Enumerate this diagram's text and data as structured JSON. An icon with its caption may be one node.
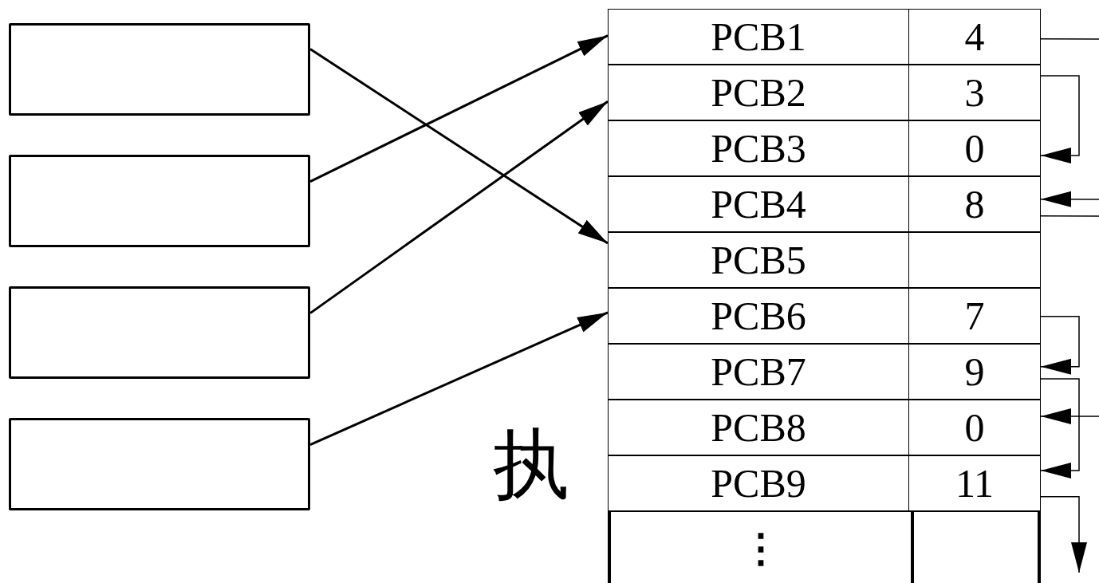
{
  "diagram": {
    "nodes": [
      {
        "text": [],
        "shape": "box"
      },
      {
        "text": [],
        "shape": "box"
      },
      {
        "text": [],
        "shape": "box"
      },
      {
        "text": [],
        "shape": "box"
      },
      {
        "text": [
          "PCB1",
          "4"
        ]
      },
      {
        "text": [
          "PCB2",
          "3"
        ]
      },
      {
        "text": [
          "PCB3",
          "0"
        ]
      },
      {
        "text": [
          "PCB4",
          "8"
        ]
      },
      {
        "text": [
          "PCB5"
        ]
      },
      {
        "text": [
          "PCB6",
          "7"
        ]
      },
      {
        "text": [
          "PCB7",
          "9"
        ]
      },
      {
        "text": [
          "PCB8",
          "0"
        ]
      },
      {
        "text": [
          "PCB9",
          "11"
        ]
      },
      {
        "text": [
          "⋮"
        ]
      }
    ],
    "edges": [
      {
        "from": 0,
        "to": 8,
        "arrow": "to"
      },
      {
        "from": 1,
        "to": 4,
        "arrow": "to"
      },
      {
        "from": 2,
        "to": 5,
        "arrow": "to"
      },
      {
        "from": 3,
        "to": 9,
        "arrow": "to"
      },
      {
        "from": 4,
        "to": null,
        "arrow": "none"
      },
      {
        "from": 5,
        "to": 6,
        "arrow": "to"
      },
      {
        "from": null,
        "to": 7,
        "arrow": "to"
      },
      {
        "from": 7,
        "to": null,
        "arrow": "none"
      },
      {
        "from": 9,
        "to": 10,
        "arrow": "to"
      },
      {
        "from": 10,
        "to": 12,
        "arrow": "to"
      },
      {
        "from": null,
        "to": 11,
        "arrow": "to"
      },
      {
        "from": 12,
        "to": null,
        "arrow": "to"
      }
    ],
    "labels": [
      "执"
    ]
  }
}
